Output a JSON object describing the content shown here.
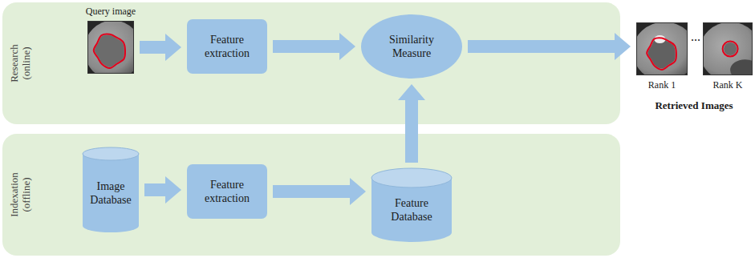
{
  "diagram": {
    "nodes": [
      {
        "text": [
          "Research (online)"
        ]
      },
      {
        "text": [
          "Query image"
        ],
        "in": 0
      },
      {
        "text": [
          "Feature extraction"
        ],
        "in": 0
      },
      {
        "text": [
          "Similarity Measure"
        ],
        "in": 0
      },
      {
        "text": [
          "Indexation (offline)"
        ]
      },
      {
        "text": [
          "Image Database"
        ],
        "in": 4
      },
      {
        "text": [
          "Feature extraction"
        ],
        "in": 4
      },
      {
        "text": [
          "Feature Database"
        ],
        "in": 4
      },
      {
        "text": [
          "Rank 1"
        ]
      },
      {
        "text": [
          "Rank K"
        ]
      }
    ],
    "edges": [
      {
        "from": 1,
        "to": 2,
        "arrow": "to"
      },
      {
        "from": 2,
        "to": 3,
        "arrow": "to"
      },
      {
        "from": 3,
        "to": 8,
        "arrow": "to"
      },
      {
        "from": 5,
        "to": 6,
        "arrow": "to"
      },
      {
        "from": 6,
        "to": 7,
        "arrow": "to"
      },
      {
        "from": 7,
        "to": 3,
        "arrow": "to"
      }
    ],
    "labels": [
      "...",
      "Retrieved Images"
    ]
  }
}
